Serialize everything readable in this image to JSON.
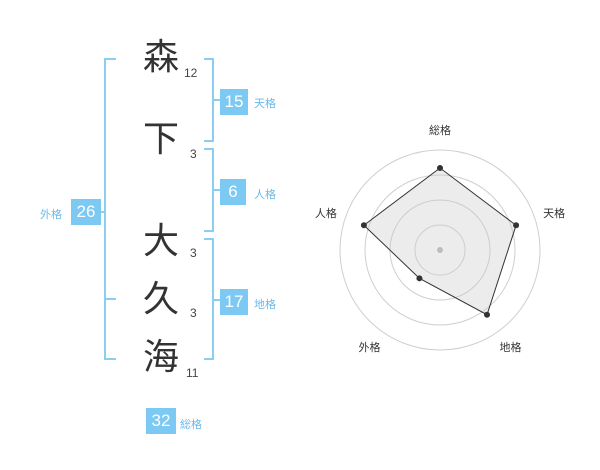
{
  "name_characters": [
    {
      "char": "森",
      "strokes": "12"
    },
    {
      "char": "下",
      "strokes": "3"
    },
    {
      "char": "大",
      "strokes": "3"
    },
    {
      "char": "久",
      "strokes": "3"
    },
    {
      "char": "海",
      "strokes": "11"
    }
  ],
  "fortune": {
    "tenkaku": {
      "value": "15",
      "label": "天格"
    },
    "jinkaku": {
      "value": "6",
      "label": "人格"
    },
    "chikaku": {
      "value": "17",
      "label": "地格"
    },
    "gaikaku": {
      "value": "26",
      "label": "外格"
    },
    "soukaku": {
      "value": "32",
      "label": "総格"
    }
  },
  "colors": {
    "accent": "#7cc9f4",
    "bracket": "#8ccdf2",
    "label": "#69b9ea",
    "text": "#333333"
  },
  "chart_data": {
    "type": "radar",
    "axes": [
      "総格",
      "天格",
      "地格",
      "外格",
      "人格"
    ],
    "values": [
      0.82,
      0.8,
      0.8,
      0.35,
      0.8
    ],
    "rings": 4,
    "grid": true
  }
}
